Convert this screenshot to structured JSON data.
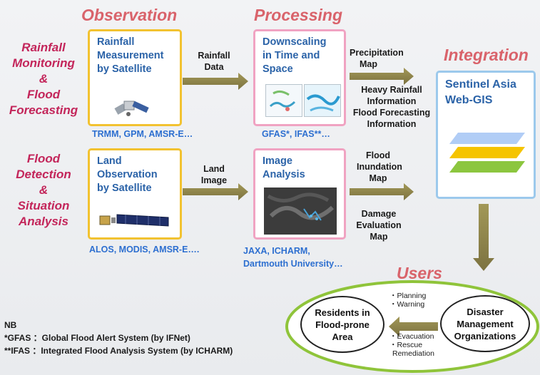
{
  "headers": {
    "observation": "Observation",
    "processing": "Processing",
    "integration": "Integration",
    "users": "Users"
  },
  "rows": {
    "rainfall_label": [
      "Rainfall",
      "Monitoring",
      "&",
      "Flood",
      "Forecasting"
    ],
    "flood_label": [
      "Flood",
      "Detection",
      "&",
      "Situation",
      "Analysis"
    ]
  },
  "boxes": {
    "rainfall_measurement": [
      "Rainfall",
      "Measurement",
      "by Satellite"
    ],
    "rainfall_caption": "TRMM, GPM, AMSR-E…",
    "downscaling": [
      "Downscaling",
      "in Time and",
      "Space"
    ],
    "downscaling_caption": "GFAS*, IFAS**…",
    "land_observation": [
      "Land",
      "Observation",
      "by Satellite"
    ],
    "land_caption": "ALOS, MODIS, AMSR-E….",
    "image_analysis": [
      "Image",
      "Analysis"
    ],
    "image_caption": [
      "JAXA, ICHARM,",
      "Dartmouth University…"
    ],
    "sentinel": [
      "Sentinel Asia",
      "Web-GIS"
    ]
  },
  "arrows": {
    "rainfall_data": [
      "Rainfall",
      "Data"
    ],
    "land_image": [
      "Land",
      "Image"
    ],
    "precip_map": [
      "Precipitation",
      "Map"
    ],
    "rain_info": [
      "Heavy Rainfall",
      "Information",
      "Flood Forecasting",
      "Information"
    ],
    "flood_map": [
      "Flood",
      "Inundation",
      "Map"
    ],
    "damage_map": [
      "Damage",
      "Evaluation",
      "Map"
    ]
  },
  "users": {
    "residents": [
      "Residents in",
      "Flood-prone",
      "Area"
    ],
    "disaster": [
      "Disaster",
      "Management",
      "Organizations"
    ],
    "planning": [
      "・Planning",
      "・Warning"
    ],
    "evacuation": [
      "・Evacuation",
      "・Rescue",
      "Remediation"
    ]
  },
  "notes": {
    "nb": "NB",
    "gfas": "*GFAS ：Global Flood Alert System (by IFNet)",
    "ifas": "**IFAS ：Integrated Flood Analysis System (by ICHARM)"
  },
  "colors": {
    "header": "#d9636b",
    "row_label": "#c3255a",
    "box_title": "#2b63a8",
    "caption_blue": "#2d6fd0",
    "arrow": "#8a7f4a",
    "yellow_border": "#f2c230",
    "pink_border": "#f0a3c2",
    "blue_border": "#9cc9ec",
    "users_ellipse": "#8fc43a"
  }
}
